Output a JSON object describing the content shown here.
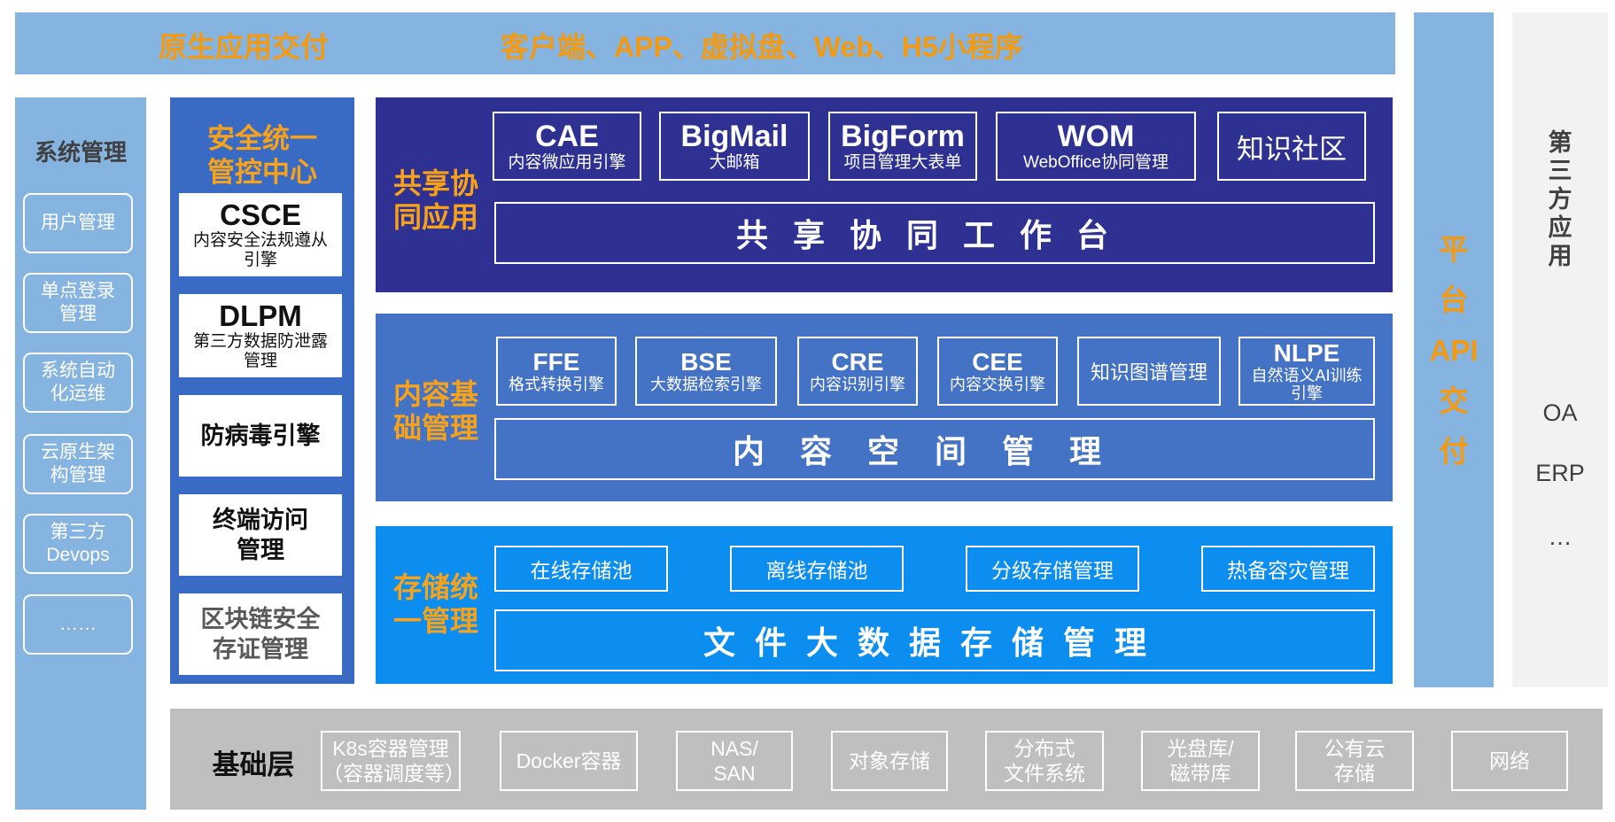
{
  "top": {
    "left_label": "原生应用交付",
    "right_label": "客户端、APP、虚拟盘、Web、H5小程序"
  },
  "system": {
    "title": "系统管理",
    "items": [
      {
        "line1": "用户管理",
        "line2": ""
      },
      {
        "line1": "单点登录",
        "line2": "管理"
      },
      {
        "line1": "系统自动",
        "line2": "化运维"
      },
      {
        "line1": "云原生架",
        "line2": "构管理"
      },
      {
        "line1": "第三方",
        "line2": "Devops"
      },
      {
        "line1": "……",
        "line2": ""
      }
    ]
  },
  "security": {
    "title_line1": "安全统一",
    "title_line2": "管控中心",
    "csce": {
      "name": "CSCE",
      "desc1": "内容安全法规遵从",
      "desc2": "引擎"
    },
    "dlpm": {
      "name": "DLPM",
      "desc1": "第三方数据防泄露",
      "desc2": "管理"
    },
    "antivirus": "防病毒引擎",
    "terminal_line1": "终端访问",
    "terminal_line2": "管理",
    "blockchain_line1": "区块链安全",
    "blockchain_line2": "存证管理"
  },
  "collab": {
    "title_line1": "共享协",
    "title_line2": "同应用",
    "apps": [
      {
        "name": "CAE",
        "desc": "内容微应用引擎"
      },
      {
        "name": "BigMail",
        "desc": "大邮箱"
      },
      {
        "name": "BigForm",
        "desc": "项目管理大表单"
      },
      {
        "name": "WOM",
        "desc": "WebOffice协同管理"
      }
    ],
    "community": "知识社区",
    "workbench": "共享协同工作台"
  },
  "content": {
    "title_line1": "内容基",
    "title_line2": "础管理",
    "engines": [
      {
        "name": "FFE",
        "desc": "格式转换引擎"
      },
      {
        "name": "BSE",
        "desc": "大数据检索引擎"
      },
      {
        "name": "CRE",
        "desc": "内容识别引擎"
      },
      {
        "name": "CEE",
        "desc": "内容交换引擎"
      }
    ],
    "knowledge_graph": "知识图谱管理",
    "nlpe": {
      "name": "NLPE",
      "desc1": "自然语义AI训练",
      "desc2": "引擎"
    },
    "space": "内容空间管理"
  },
  "storage": {
    "title_line1": "存储统",
    "title_line2": "一管理",
    "pools": [
      "在线存储池",
      "离线存储池",
      "分级存储管理",
      "热备容灾管理"
    ],
    "file_mgmt": "文件大数据存储管理"
  },
  "api": {
    "chars": [
      "平",
      "台",
      "API",
      "交",
      "付"
    ]
  },
  "third_party": {
    "title_chars": [
      "第",
      "三",
      "方",
      "应",
      "用"
    ],
    "items": [
      "OA",
      "ERP",
      "…"
    ]
  },
  "base": {
    "title": "基础层",
    "items": [
      {
        "line1": "K8s容器管理",
        "line2": "（容器调度等）"
      },
      {
        "line1": "Docker容器",
        "line2": ""
      },
      {
        "line1": "NAS/",
        "line2": "SAN"
      },
      {
        "line1": "对象存储",
        "line2": ""
      },
      {
        "line1": "分布式",
        "line2": "文件系统"
      },
      {
        "line1": "光盘库/",
        "line2": "磁带库"
      },
      {
        "line1": "公有云",
        "line2": "存储"
      },
      {
        "line1": "网络",
        "line2": ""
      }
    ]
  },
  "colors": {
    "light_blue": "#86b4e0",
    "security_blue": "#3a6bc4",
    "collab_navy": "#2e3192",
    "content_blue": "#4472c4",
    "storage_blue": "#0b8ef0",
    "orange": "#f39a12",
    "gray": "#bfbfbf"
  }
}
